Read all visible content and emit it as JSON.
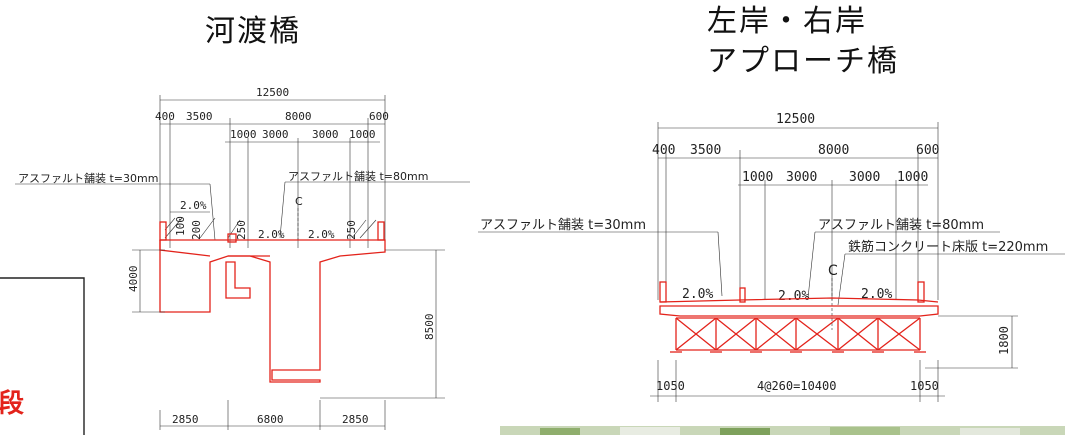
{
  "titles": {
    "left": "河渡橋",
    "right_line1": "左岸・右岸",
    "right_line2": "アプローチ橋"
  },
  "left_section": {
    "dims_top": [
      "12500",
      "400",
      "3500",
      "8000",
      "600",
      "1000",
      "3000",
      "3000",
      "1000"
    ],
    "slope_left": "2.0%",
    "slope_mid1": "2.0%",
    "slope_mid2": "2.0%",
    "small_dims": [
      "100",
      "200",
      "250",
      "250"
    ],
    "label_asphalt_left": "アスファルト舗装 t=30mm",
    "label_asphalt_right": "アスファルト舗装 t=80mm",
    "dim_height_left": "4000",
    "dim_height_right": "8500",
    "dims_bottom": [
      "2850",
      "6800",
      "2850"
    ],
    "centerline": "C"
  },
  "right_section": {
    "dims_top": [
      "12500",
      "400",
      "3500",
      "8000",
      "600",
      "1000",
      "3000",
      "3000",
      "1000"
    ],
    "label_asphalt_left": "アスファルト舗装 t=30mm",
    "label_asphalt_right": "アスファルト舗装 t=80mm",
    "label_slab": "鉄筋コンクリート床版 t=220mm",
    "slopes": [
      "2.0%",
      "2.0%",
      "2.0%"
    ],
    "dim_height": "1800",
    "dims_bottom": [
      "1050",
      "4@260=10400",
      "1050"
    ],
    "centerline": "C"
  },
  "fragment": {
    "red_char": "段"
  },
  "colors": {
    "structure": "#e3231b",
    "dimension": "#333333"
  }
}
